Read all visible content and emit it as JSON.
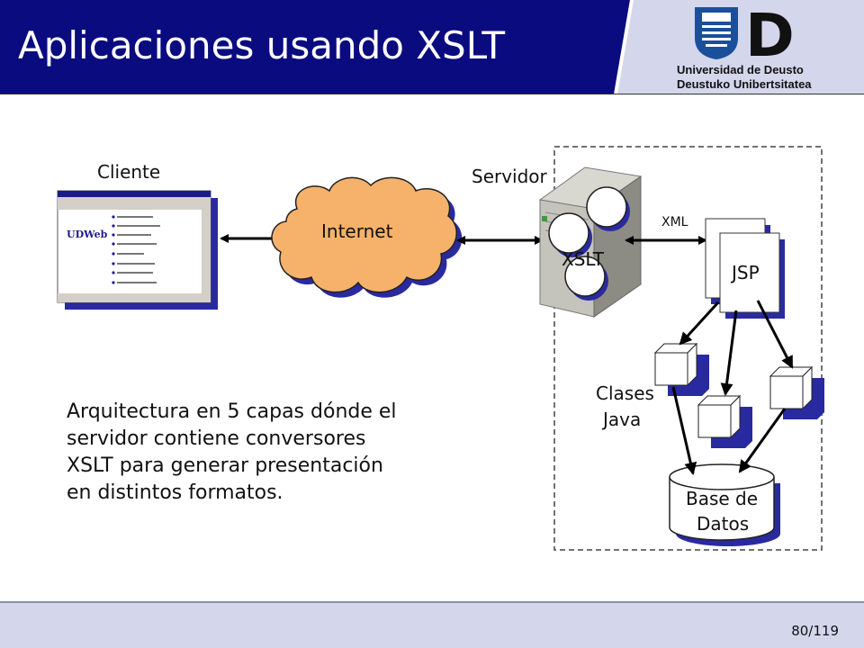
{
  "header": {
    "title": "Aplicaciones usando XSLT",
    "university_line1": "Universidad de Deusto",
    "university_line2": "Deustuko Unibertsitatea",
    "logo_letter": "D"
  },
  "diagram": {
    "cliente_label": "Cliente",
    "internet_label": "Internet",
    "servidor_label": "Servidor",
    "xslt_label": "XSLT",
    "xml_label": "XML",
    "jsp_label": "JSP",
    "clases_label_1": "Clases",
    "clases_label_2": "Java",
    "db_label_1": "Base de",
    "db_label_2": "Datos",
    "browser_brand": "UDWeb"
  },
  "description": {
    "lines": [
      "Arquitectura en 5 capas dónde el",
      "servidor contiene conversores",
      "XSLT para generar presentación",
      "en distintos formatos."
    ]
  },
  "footer": {
    "page": "80/119"
  },
  "colors": {
    "header_blue": "#0b0b80",
    "logo_blue": "#1a4f9c",
    "cloud_fill": "#f6b26b",
    "box_shadow": "#2a2aa0",
    "footer_bg": "#d4d6ec"
  }
}
